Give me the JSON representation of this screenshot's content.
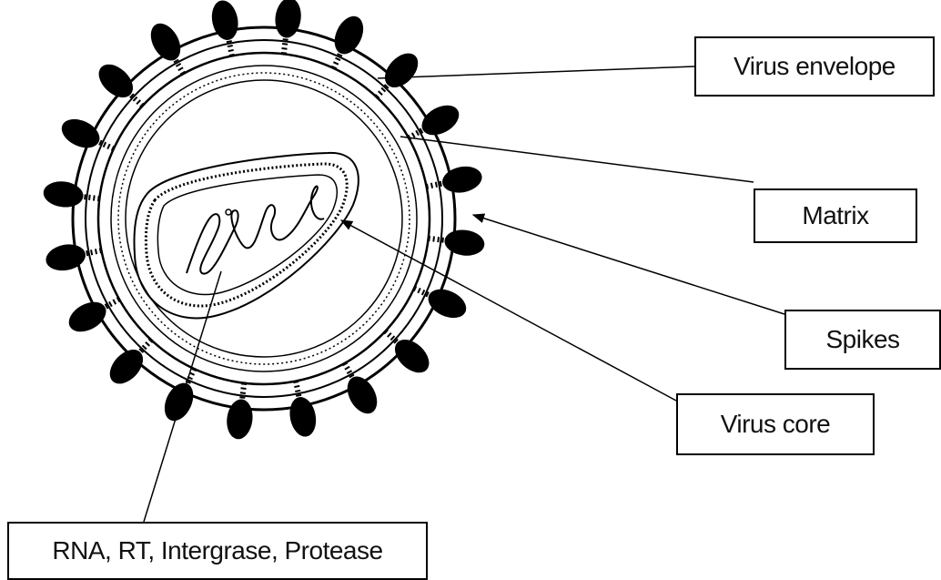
{
  "labels": {
    "envelope": "Virus envelope",
    "matrix": "Matrix",
    "spikes": "Spikes",
    "core": "Virus core",
    "contents": "RNA, RT, Intergrase, Protease"
  },
  "colors": {
    "ink": "#000000",
    "background": "#ffffff"
  },
  "structure": {
    "spike_count": 20
  }
}
